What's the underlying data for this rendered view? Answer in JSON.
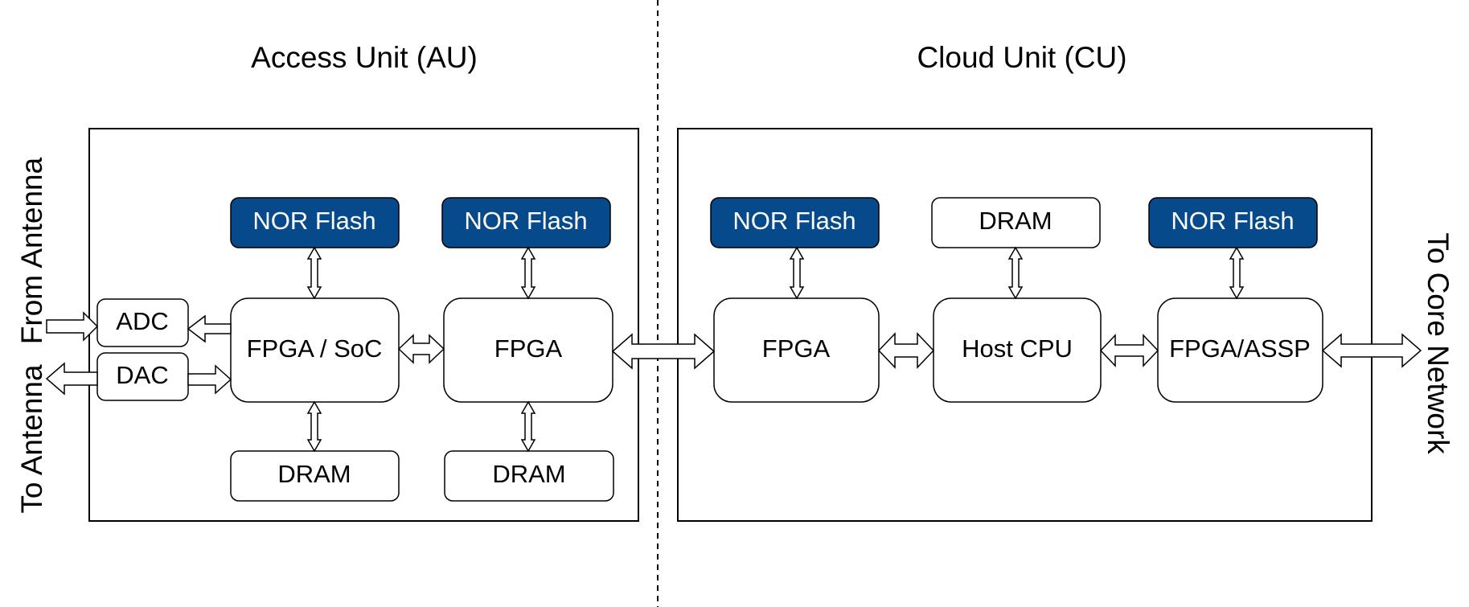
{
  "colors": {
    "flash_fill": "#064a8c",
    "stroke": "#000000",
    "background": "#ffffff"
  },
  "access_unit": {
    "title": "Access Unit (AU)",
    "adc": "ADC",
    "dac": "DAC",
    "fpga_soc": "FPGA / SoC",
    "fpga": "FPGA",
    "nor_flash_1": "NOR Flash",
    "nor_flash_2": "NOR Flash",
    "dram_1": "DRAM",
    "dram_2": "DRAM"
  },
  "cloud_unit": {
    "title": "Cloud Unit (CU)",
    "fpga": "FPGA",
    "host_cpu": "Host CPU",
    "fpga_assp": "FPGA/ASSP",
    "nor_flash_1": "NOR Flash",
    "dram": "DRAM",
    "nor_flash_2": "NOR Flash"
  },
  "external": {
    "from_antenna": "From Antenna",
    "to_antenna": "To Antenna",
    "to_core_network": "To Core Network"
  }
}
